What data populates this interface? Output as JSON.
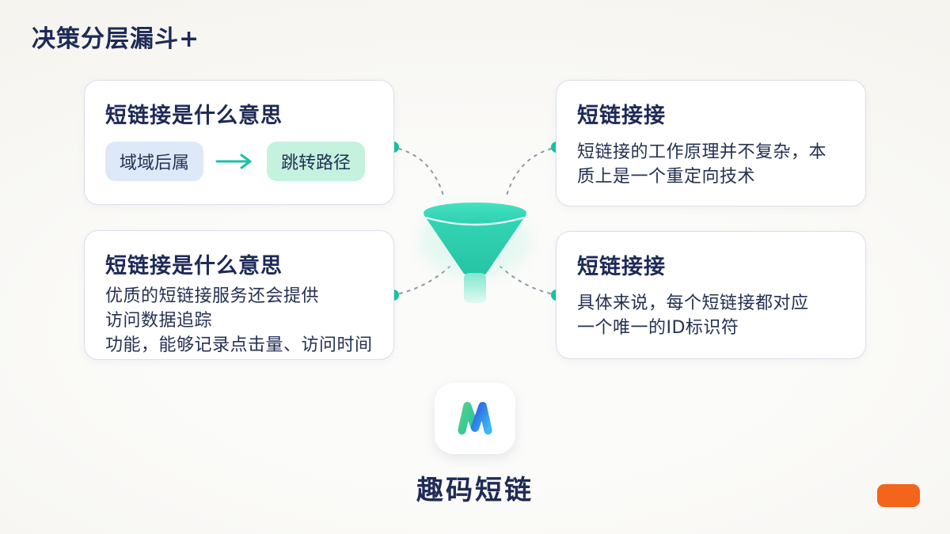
{
  "title": "决策分层漏斗+",
  "cards": {
    "top_left": {
      "title": "短链接是什么意思",
      "pill_left": "域域后属",
      "pill_right": "跳转路径"
    },
    "top_right": {
      "title": "短链接接",
      "body_lines": [
        "短链接的工作原理并不复杂，本",
        "质上是一个重定向技术"
      ]
    },
    "bottom_left": {
      "title": "短链接是什么意思",
      "body_lines": [
        "优质的短链接服务还会提供",
        "访问数据追踪",
        "功能，能够记录点击量、访问时间"
      ]
    },
    "bottom_right": {
      "title": "短链接接",
      "body_lines": [
        "具体来说，每个短链接都对应",
        "一个唯一的ID标识符"
      ]
    }
  },
  "brand": {
    "logo_letter": "M",
    "name": "趣码短链"
  },
  "icons": {
    "funnel": "funnel-icon",
    "arrow_right": "arrow-right-icon"
  },
  "colors": {
    "accent_teal": "#1fc3a6",
    "navy_text": "#1d2a57",
    "pill_blue_bg": "#dde9f8",
    "pill_green_bg": "#c4f2de",
    "orange_accent": "#f3651a",
    "card_border": "#dcdde9"
  }
}
